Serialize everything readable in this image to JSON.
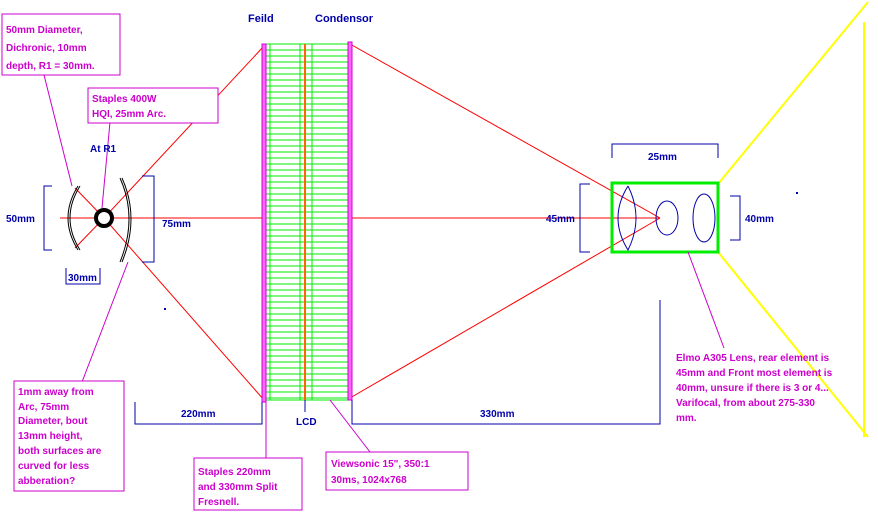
{
  "labels": {
    "field": "Feild",
    "condensor": "Condensor",
    "lcd": "LCD",
    "at_r1": "At R1"
  },
  "dimensions": {
    "reflector_diameter": "50mm",
    "reflector_depth": "30mm",
    "condenser_lens_height": "75mm",
    "lens_rear": "45mm",
    "lens_front": "40mm",
    "lens_length": "25mm",
    "dist_field": "220mm",
    "dist_condensor": "330mm"
  },
  "notes": {
    "reflector": [
      "50mm Diameter,",
      "Dichronic, 10mm",
      "depth, R1 = 30mm."
    ],
    "lamp": [
      "Staples 400W",
      "HQI, 25mm Arc."
    ],
    "first_lens": [
      "1mm away from",
      "Arc, 75mm",
      "Diameter,  bout",
      "13mm height,",
      "both surfaces are",
      "curved for less",
      "abberation?"
    ],
    "fresnel": [
      "Staples 220mm",
      "and 330mm Split",
      "Fresnell."
    ],
    "lcd_panel": [
      "Viewsonic 15\", 350:1",
      "30ms, 1024x768"
    ],
    "projection_lens": [
      "Elmo A305 Lens, rear element is",
      "45mm and Front most element is",
      "40mm, unsure if there is 3 or 4...",
      "Varifocal, from about 275-330",
      "mm."
    ]
  },
  "colors": {
    "ray": "#ff0000",
    "note": "#cc00cc",
    "dimension": "#0000aa",
    "fresnel_grid": "#00ee00",
    "throw_cone": "#ffff00"
  }
}
